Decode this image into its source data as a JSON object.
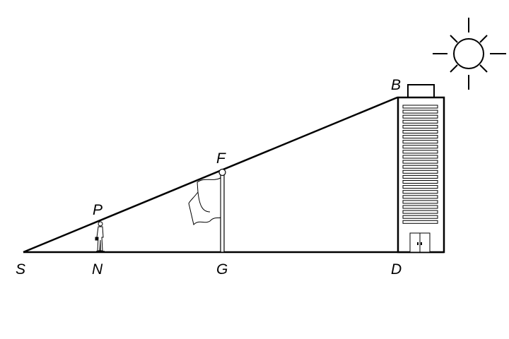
{
  "diagram": {
    "points": {
      "S": "S",
      "N": "N",
      "G": "G",
      "D": "D",
      "P": "P",
      "F": "F",
      "B": "B"
    },
    "objects": [
      "sun",
      "building",
      "flagpole",
      "person",
      "sight-line",
      "ground-line"
    ],
    "window_rows": 24,
    "colors": {
      "stroke": "#000000",
      "background": "#ffffff"
    }
  }
}
